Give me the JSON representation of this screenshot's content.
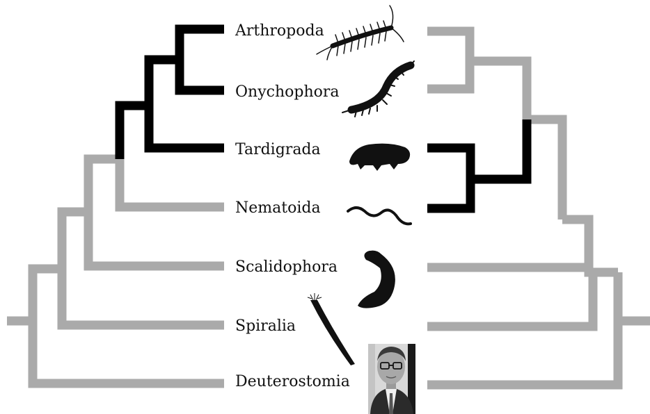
{
  "taxa": [
    "Arthropoda",
    "Onychophora",
    "Tardigrada",
    "Nematoida",
    "Scalidophora",
    "Spiralia",
    "Deuterostomia"
  ],
  "colors": {
    "highlight": "#000000",
    "branch": "#aaaaaa",
    "silhouette": "#111111",
    "photo_bg": "#d9d9d9"
  },
  "icons": {
    "arthropoda": "centipede-icon",
    "onychophora": "velvet-worm-icon",
    "tardigrada": "tardigrade-icon",
    "nematoida": "nematode-icon",
    "scalidophora": "priapulid-icon",
    "spiralia": "spiralian-worm-icon",
    "deuterostomia": "portrait-photo"
  }
}
